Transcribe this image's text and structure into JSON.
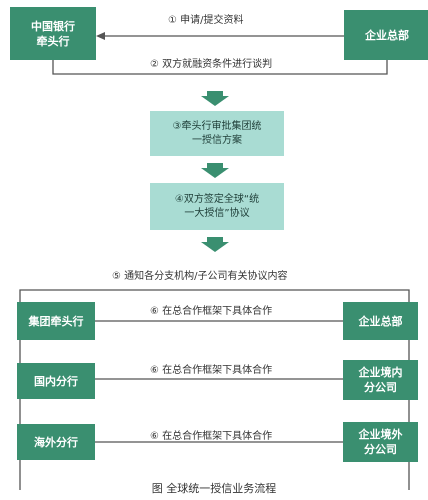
{
  "parties": {
    "lead_bank": "中国银行\n牵头行",
    "hq_top": "企业总部",
    "group_lead": "集团牵头行",
    "hq_bottom": "企业总部",
    "domestic_branch": "国内分行",
    "domestic_sub": "企业境内\n分公司",
    "overseas_branch": "海外分行",
    "overseas_sub": "企业境外\n分公司"
  },
  "steps": {
    "s1": "① 申请/提交资料",
    "s2": "② 双方就融资条件进行谈判",
    "s3": "③牵头行审批集团统\n一授信方案",
    "s4": "④双方签定全球“统\n一大授信”协议",
    "s5": "⑤ 通知各分支机构/子公司有关协议内容",
    "s6_a": "⑥ 在总合作框架下具体合作",
    "s6_b": "⑥ 在总合作框架下具体合作",
    "s6_c": "⑥ 在总合作框架下具体合作"
  },
  "caption": "图 全球统一授信业务流程",
  "colors": {
    "party_box": "#3a8f70",
    "step_box": "#a9dcd3",
    "down_arrow": "#3a8f70",
    "line": "#555555"
  }
}
